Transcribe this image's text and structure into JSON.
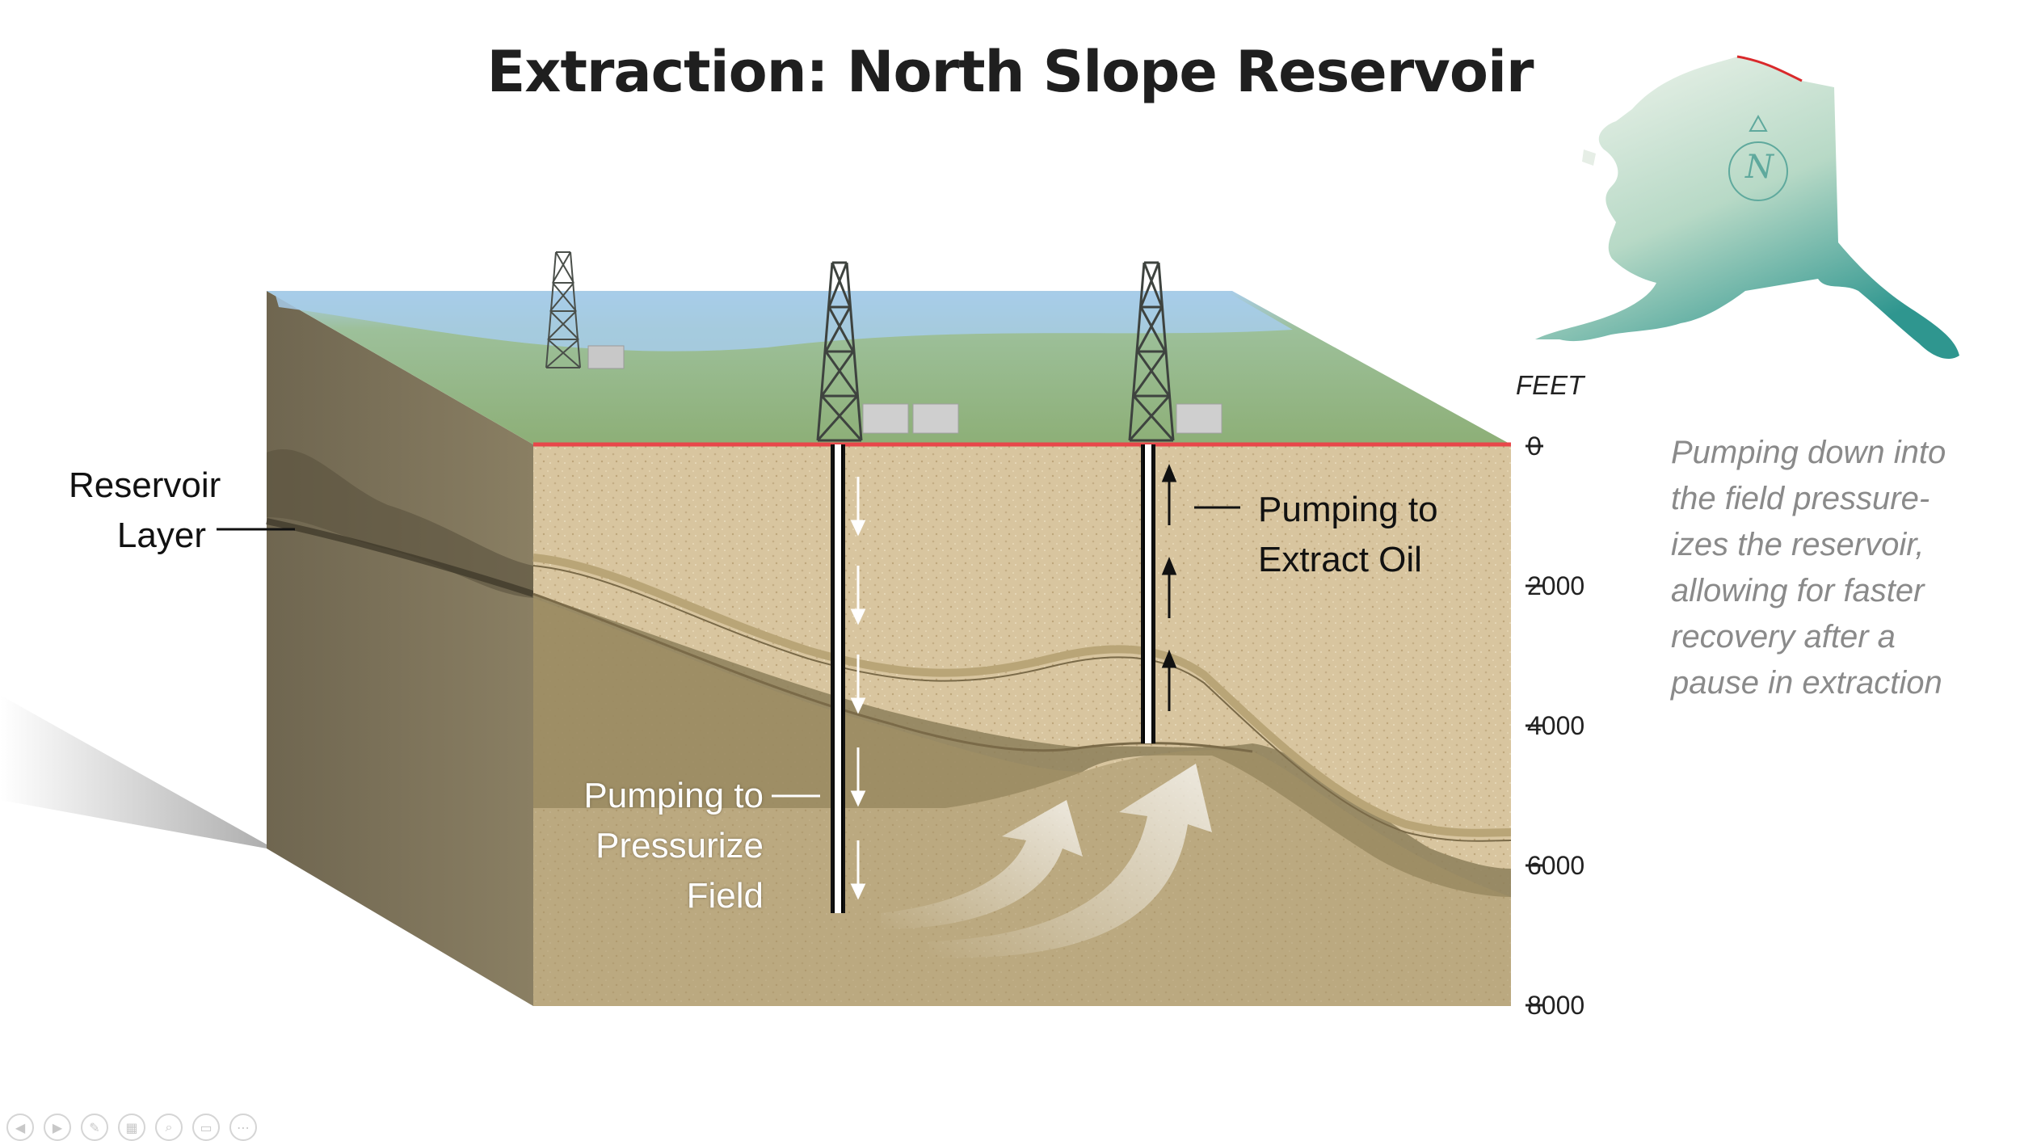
{
  "title": "Extraction: North Slope Reservoir",
  "labels": {
    "reservoir_layer": [
      "Reservoir",
      "Layer"
    ],
    "pump_extract": [
      "Pumping to",
      "Extract Oil"
    ],
    "pump_pressurize": [
      "Pumping to",
      "Pressurize",
      "Field"
    ]
  },
  "depth_scale": {
    "unit": "FEET",
    "ticks": [
      "0",
      "2000",
      "4000",
      "6000",
      "8000"
    ]
  },
  "caption": [
    "Pumping down into",
    "the field pressure-",
    "izes the reservoir,",
    "allowing for faster",
    "recovery after a",
    "pause in extraction"
  ],
  "compass": {
    "letter": "N"
  },
  "toolbar": {
    "icons": [
      "prev-icon",
      "next-icon",
      "pen-icon",
      "slides-icon",
      "zoom-icon",
      "subtitles-icon",
      "more-icon"
    ],
    "glyphs": [
      "◀",
      "▶",
      "✎",
      "▦",
      "⌕",
      "▭",
      "⋯"
    ]
  },
  "colors": {
    "surface_line": "#e8474a",
    "ground": "#d6c29a",
    "reservoir_band": "#8c7f5c",
    "sky": "#9cc6e8",
    "grass": "#8fb37e",
    "alaska_top": "#eef3ea",
    "alaska_bottom": "#3e9f98"
  }
}
